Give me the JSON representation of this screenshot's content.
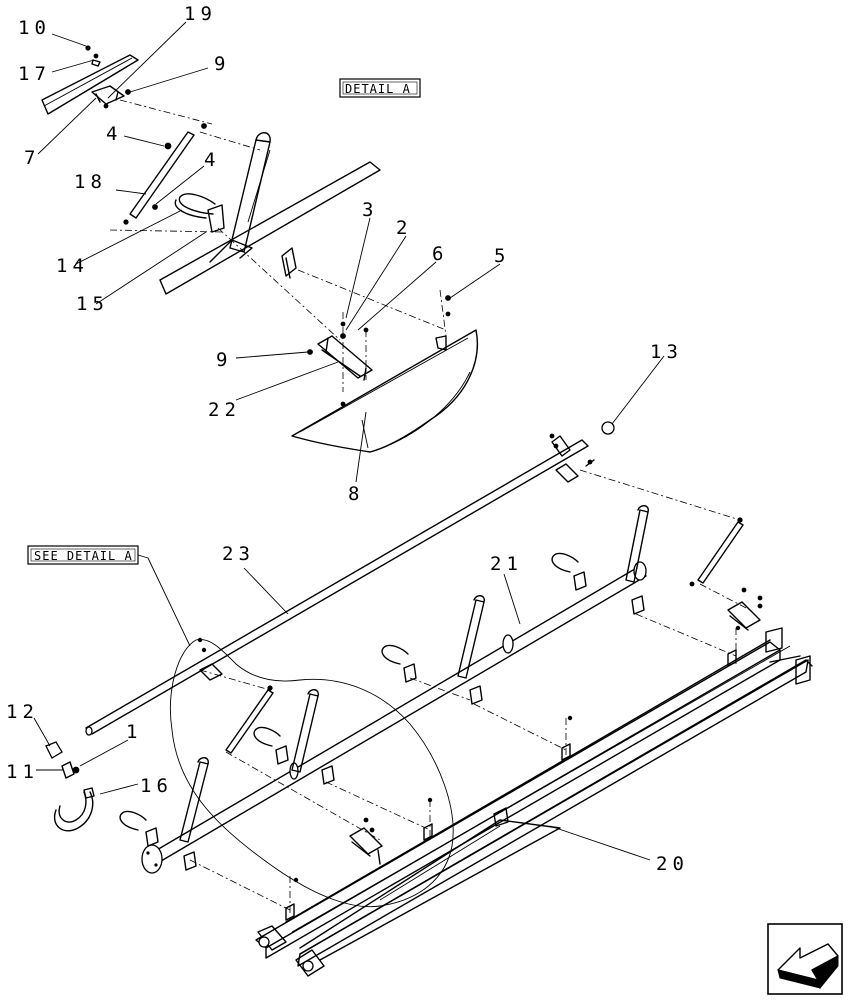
{
  "labels": {
    "detail_a": "DETAIL A",
    "see_detail_a": "SEE DETAIL A"
  },
  "callouts": [
    {
      "id": "c10",
      "text": "10"
    },
    {
      "id": "c19",
      "text": "19"
    },
    {
      "id": "c17",
      "text": "17"
    },
    {
      "id": "c9a",
      "text": "9"
    },
    {
      "id": "c7",
      "text": "7"
    },
    {
      "id": "c4a",
      "text": "4"
    },
    {
      "id": "c18",
      "text": "18"
    },
    {
      "id": "c4b",
      "text": "4"
    },
    {
      "id": "c14",
      "text": "14"
    },
    {
      "id": "c15",
      "text": "15"
    },
    {
      "id": "c3",
      "text": "3"
    },
    {
      "id": "c2",
      "text": "2"
    },
    {
      "id": "c6",
      "text": "6"
    },
    {
      "id": "c5",
      "text": "5"
    },
    {
      "id": "c9b",
      "text": "9"
    },
    {
      "id": "c22",
      "text": "22"
    },
    {
      "id": "c8",
      "text": "8"
    },
    {
      "id": "c13",
      "text": "13"
    },
    {
      "id": "c23",
      "text": "23"
    },
    {
      "id": "c21",
      "text": "21"
    },
    {
      "id": "c12",
      "text": "12"
    },
    {
      "id": "c1",
      "text": "1"
    },
    {
      "id": "c11",
      "text": "11"
    },
    {
      "id": "c16",
      "text": "16"
    },
    {
      "id": "c20",
      "text": "20"
    }
  ],
  "icons": {
    "nav": "next-page-arrow-icon"
  }
}
